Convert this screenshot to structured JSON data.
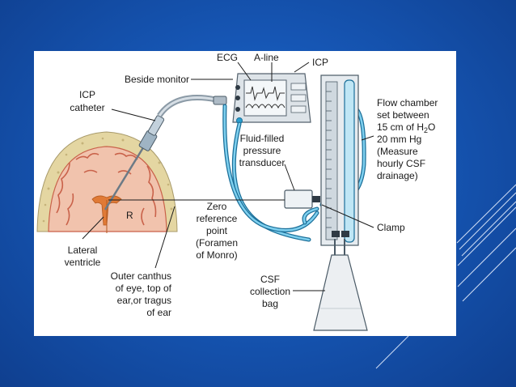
{
  "labels": {
    "ecg": "ECG",
    "aline": "A-line",
    "icp_top": "ICP",
    "beside_monitor": "Beside monitor",
    "icp_catheter": [
      "ICP",
      "catheter"
    ],
    "flow_chamber": [
      "Flow chamber",
      "set between",
      "15 cm of H",
      "2",
      "O",
      "20 mm Hg",
      "(Measure",
      "hourly CSF",
      "drainage)"
    ],
    "fluid_filled": [
      "Fluid-filled",
      "pressure",
      "transducer"
    ],
    "zero_ref": [
      "Zero",
      "reference",
      "point",
      "(Foramen",
      "of Monro)"
    ],
    "clamp": "Clamp",
    "csf_bag": [
      "CSF",
      "collection",
      "bag"
    ],
    "lateral_ventricle": [
      "Lateral",
      "ventricle"
    ],
    "outer_canthus": [
      "Outer canthus",
      "of eye, top of",
      "ear,or tragus",
      "of ear"
    ],
    "r_marker": "R"
  },
  "colors": {
    "tube": "#2aa0d0",
    "tube_outline": "#1b6f99",
    "skull": "#e4d6a2",
    "brain": "#f1c3ad",
    "brain_folds": "#c9624a",
    "ventricle": "#e07a36"
  }
}
